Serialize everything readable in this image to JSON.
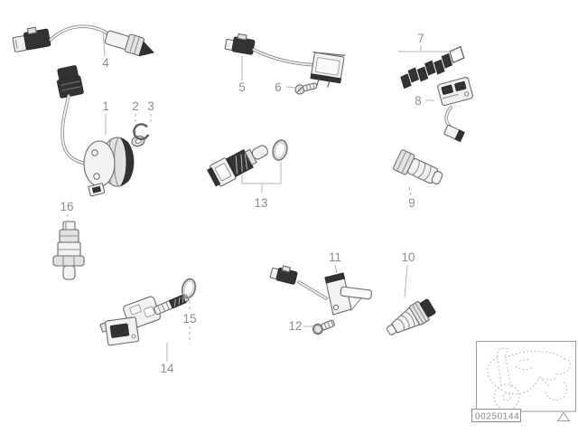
{
  "colors": {
    "background": "#ffffff",
    "line": "#8f8f8f",
    "dark_fill": "#333333",
    "label": "#8c8c8c",
    "leader": "#b3b3b3"
  },
  "parts": [
    {
      "number": "1"
    },
    {
      "number": "2"
    },
    {
      "number": "3"
    },
    {
      "number": "4"
    },
    {
      "number": "5"
    },
    {
      "number": "6"
    },
    {
      "number": "7"
    },
    {
      "number": "8"
    },
    {
      "number": "9"
    },
    {
      "number": "10"
    },
    {
      "number": "11"
    },
    {
      "number": "12"
    },
    {
      "number": "13"
    },
    {
      "number": "14"
    },
    {
      "number": "15"
    },
    {
      "number": "16"
    }
  ],
  "footer": {
    "doc_number": "00250144"
  }
}
